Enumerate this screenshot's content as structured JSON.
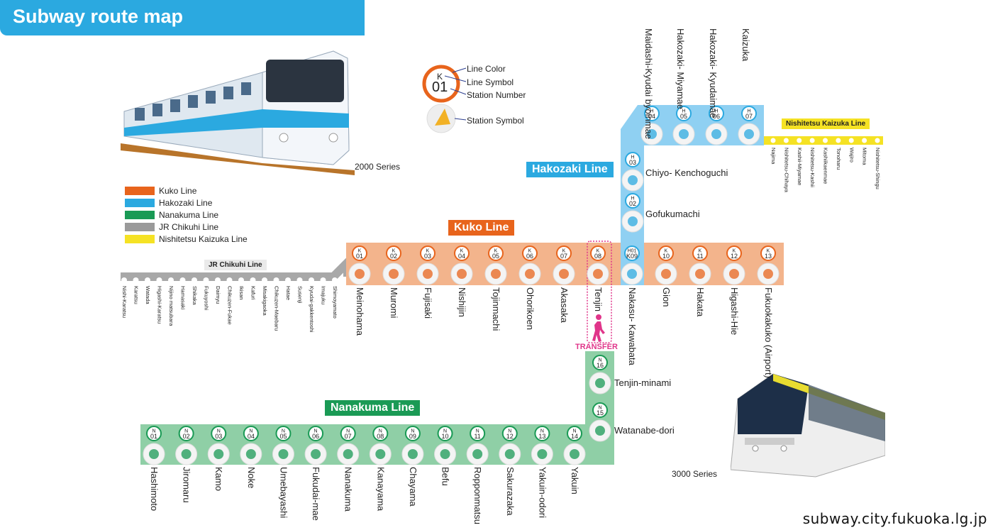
{
  "header": {
    "title": "Subway route map"
  },
  "colors": {
    "kuko": "#f0a678",
    "kuko_dark": "#e8641c",
    "hakozaki": "#8fd0f2",
    "hakozaki_dark": "#2ba9e0",
    "nanakuma": "#8fcfa6",
    "nanakuma_dark": "#1a9a55",
    "chikuhi": "#a8a8a8",
    "kaizuka": "#f5e224",
    "transfer": "#e0358a"
  },
  "trains": {
    "t2000": "2000 Series",
    "t3000": "3000 Series"
  },
  "key": {
    "symbol_letter": "K",
    "symbol_number": "01",
    "line_color": "Line Color",
    "line_symbol": "Line Symbol",
    "station_number": "Station Number",
    "station_symbol": "Station Symbol"
  },
  "legend": [
    {
      "label": "Kuko Line",
      "color": "#e8641c"
    },
    {
      "label": "Hakozaki Line",
      "color": "#2ba9e0"
    },
    {
      "label": "Nanakuma Line",
      "color": "#1a9a55"
    },
    {
      "label": "JR Chikuhi Line",
      "color": "#9a9a9a"
    },
    {
      "label": "Nishitetsu Kaizuka Line",
      "color": "#f5e224"
    }
  ],
  "lines": {
    "kuko": "Kuko Line",
    "hakozaki": "Hakozaki Line",
    "nanakuma": "Nanakuma Line",
    "chikuhi": "JR Chikuhi Line",
    "kaizuka": "Nishitetsu Kaizuka Line"
  },
  "kuko_stations": [
    {
      "code": "K",
      "num": "01",
      "name": "Meinohama"
    },
    {
      "code": "K",
      "num": "02",
      "name": "Muromi"
    },
    {
      "code": "K",
      "num": "03",
      "name": "Fujisaki"
    },
    {
      "code": "K",
      "num": "04",
      "name": "Nishijin"
    },
    {
      "code": "K",
      "num": "05",
      "name": "Tojinmachi"
    },
    {
      "code": "K",
      "num": "06",
      "name": "Ohorikoen"
    },
    {
      "code": "K",
      "num": "07",
      "name": "Akasaka"
    },
    {
      "code": "K",
      "num": "08",
      "name": "Tenjin"
    },
    {
      "code": "H01",
      "num": "K09",
      "name": "Nakasu-\nKawabata"
    },
    {
      "code": "K",
      "num": "10",
      "name": "Gion"
    },
    {
      "code": "K",
      "num": "11",
      "name": "Hakata"
    },
    {
      "code": "K",
      "num": "12",
      "name": "Higashi-Hie"
    },
    {
      "code": "K",
      "num": "13",
      "name": "Fukuokakuko\n(Airport)"
    }
  ],
  "hakozaki_vertical": [
    {
      "code": "H",
      "num": "03",
      "name": "Chiyo-\nKenchoguchi"
    },
    {
      "code": "H",
      "num": "02",
      "name": "Gofukumachi"
    }
  ],
  "hakozaki_top": [
    {
      "code": "H",
      "num": "04",
      "name": "Maidashi-Kyudai\nbyoinmae"
    },
    {
      "code": "H",
      "num": "05",
      "name": "Hakozaki-\nMiyamae"
    },
    {
      "code": "H",
      "num": "06",
      "name": "Hakozaki-\nKyudaimae"
    },
    {
      "code": "H",
      "num": "07",
      "name": "Kaizuka"
    }
  ],
  "nanakuma_stations": [
    {
      "code": "N",
      "num": "01",
      "name": "Hashimoto"
    },
    {
      "code": "N",
      "num": "02",
      "name": "Jiromaru"
    },
    {
      "code": "N",
      "num": "03",
      "name": "Kamo"
    },
    {
      "code": "N",
      "num": "04",
      "name": "Noke"
    },
    {
      "code": "N",
      "num": "05",
      "name": "Umebayashi"
    },
    {
      "code": "N",
      "num": "06",
      "name": "Fukudai-mae"
    },
    {
      "code": "N",
      "num": "07",
      "name": "Nanakuma"
    },
    {
      "code": "N",
      "num": "08",
      "name": "Kanayama"
    },
    {
      "code": "N",
      "num": "09",
      "name": "Chayama"
    },
    {
      "code": "N",
      "num": "10",
      "name": "Befu"
    },
    {
      "code": "N",
      "num": "11",
      "name": "Ropponmatsu"
    },
    {
      "code": "N",
      "num": "12",
      "name": "Sakurazaka"
    },
    {
      "code": "N",
      "num": "13",
      "name": "Yakuin-odori"
    },
    {
      "code": "N",
      "num": "14",
      "name": "Yakuin"
    }
  ],
  "nanakuma_vertical": [
    {
      "code": "N",
      "num": "16",
      "name": "Tenjin-minami"
    },
    {
      "code": "N",
      "num": "15",
      "name": "Watanabe-dori"
    }
  ],
  "chikuhi_stations": [
    "Nishi-Karatsu",
    "Karatsu",
    "Watada",
    "Higashi-Karatsu",
    "Nijino matsubara",
    "Hamasaki",
    "Shikaka",
    "Fukuyoshi",
    "Daimyu",
    "Chikuzen-Fukae",
    "Ikisan",
    "Kafuri",
    "Misakigaoka",
    "Chikuzen-Maebaru",
    "Hatae",
    "Susenji",
    "Kyudai-gakkentoshi",
    "Imajuku",
    "Shimoyamato"
  ],
  "kaizuka_stations": [
    "Najima",
    "Nishitetsu-Chihaya",
    "Kashii-Miyamae",
    "Nishitetsu-Kashii",
    "Kashiikaenmae",
    "Tonoharu",
    "Wajiro",
    "Mitoma",
    "Nishitetsu-Shingu"
  ],
  "transfer": "TRANSFER",
  "credit": "subway.city.fukuoka.lg.jp"
}
